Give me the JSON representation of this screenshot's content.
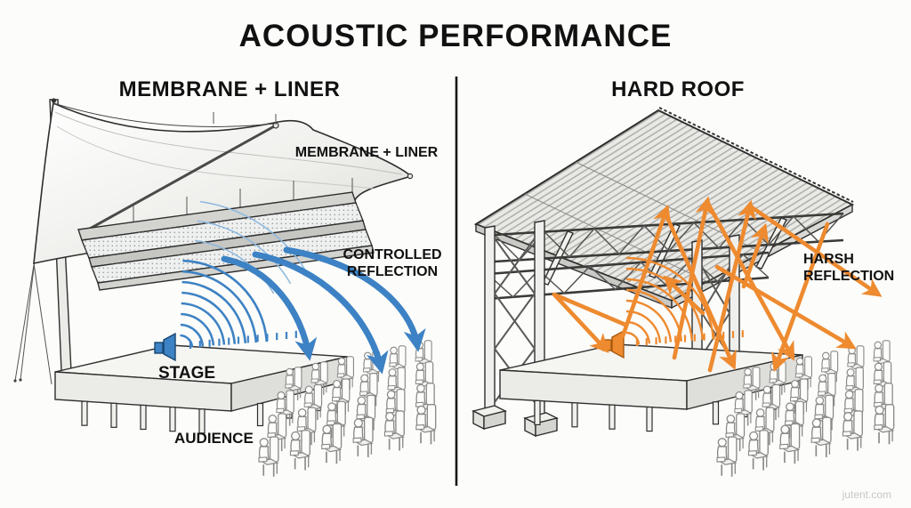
{
  "title": "ACOUSTIC PERFORMANCE",
  "watermark": "jutent.com",
  "left": {
    "heading": "MEMBRANE + LINER",
    "annotation": "MEMBRANE + LINER",
    "reflection": [
      "CONTROLLED",
      "REFLECTION"
    ],
    "stage_label": "STAGE",
    "audience_label": "AUDIENCE",
    "accent": "#3d82c4",
    "accent_light": "#8cb8de"
  },
  "right": {
    "heading": "HARD ROOF",
    "reflection": [
      "HARSH",
      "REFLECTION"
    ],
    "accent": "#ee8a2f"
  }
}
